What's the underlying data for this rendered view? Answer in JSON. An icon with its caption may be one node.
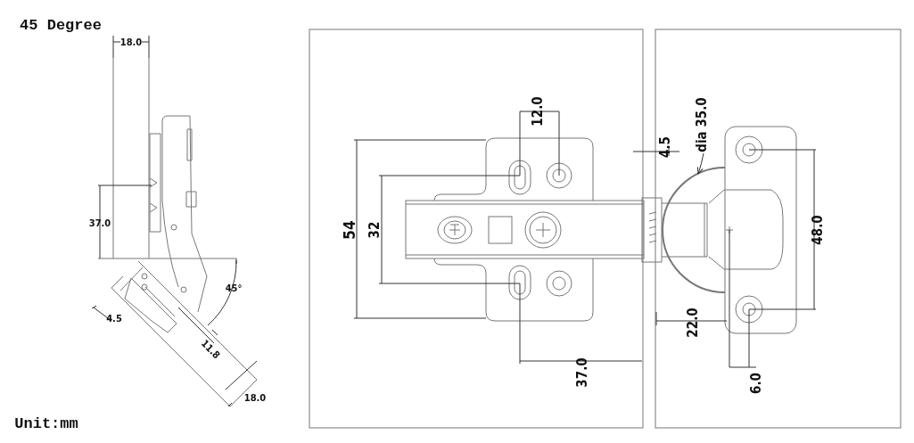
{
  "diagram": {
    "title": "45 Degree",
    "nodes": [
      {
        "text": [
          "dia 35.0"
        ]
      },
      {
        "text": [],
        "shape": "circle"
      }
    ],
    "edges": [
      {
        "from": 0,
        "to": 1,
        "arrow": "to"
      }
    ],
    "labels": [
      "18.0",
      "37.0",
      "45°",
      "4.5",
      "11.8",
      "18.0",
      "Unit:mm",
      "12.0",
      "54",
      "32",
      "37.0",
      "4.5",
      "22.0",
      "48.0",
      "6.0"
    ]
  }
}
